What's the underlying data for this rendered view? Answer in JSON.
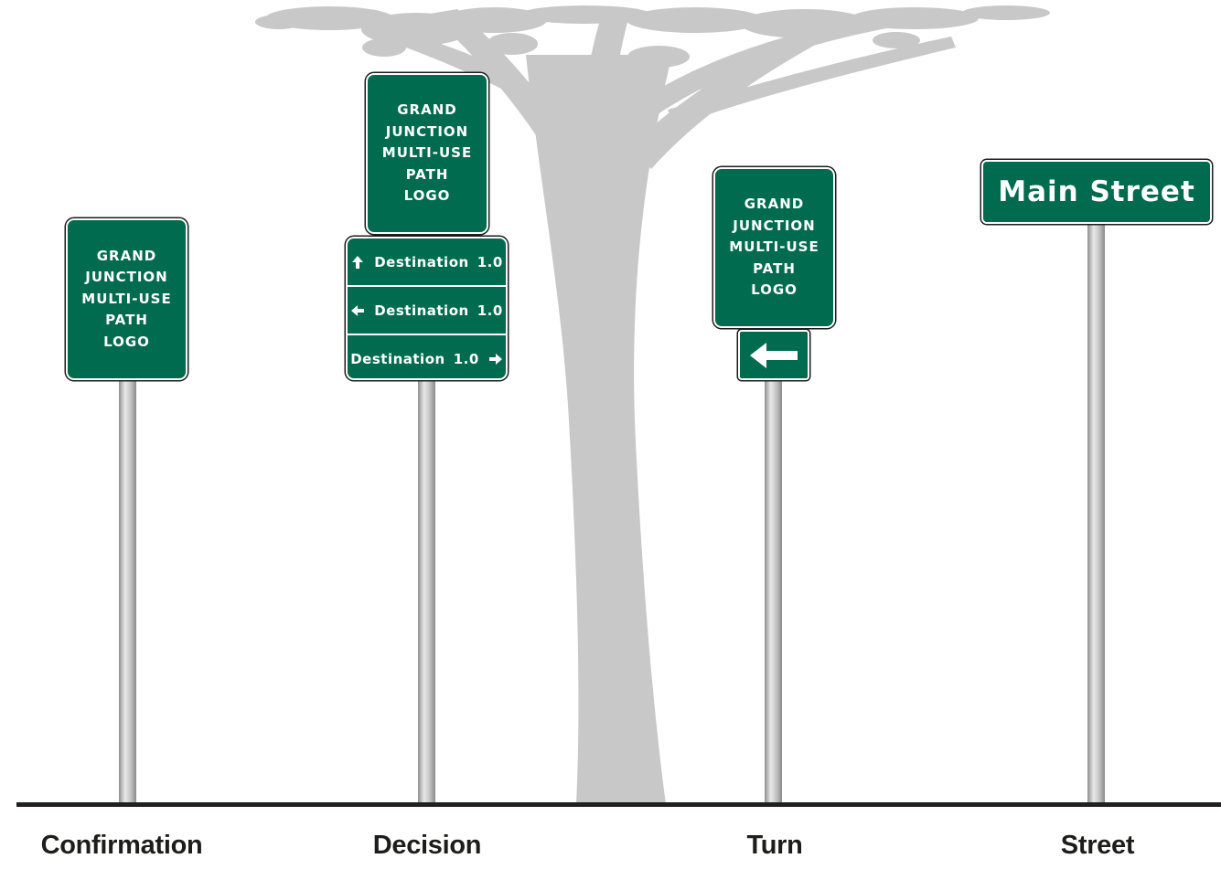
{
  "colors": {
    "sign_green": "#006b4f",
    "sign_text": "#ffffff",
    "tree_gray": "#c8c8c8",
    "pole_gray": "#b4b4b4",
    "ground": "#231f20",
    "caption_text": "#1d1d1b"
  },
  "logo_sign_lines": [
    "GRAND",
    "JUNCTION",
    "MULTI-USE",
    "PATH",
    "LOGO"
  ],
  "decision": {
    "rows": [
      {
        "direction": "up",
        "icon": "arrow-up-icon",
        "label": "Destination",
        "distance": "1.0"
      },
      {
        "direction": "left",
        "icon": "arrow-left-icon",
        "label": "Destination",
        "distance": "1.0"
      },
      {
        "direction": "right",
        "icon": "arrow-right-icon",
        "label": "Destination",
        "distance": "1.0"
      }
    ]
  },
  "turn": {
    "arrow": "arrow-left-icon"
  },
  "street": {
    "name": "Main Street"
  },
  "captions": {
    "confirmation": "Confirmation",
    "decision": "Decision",
    "turn": "Turn",
    "street": "Street"
  }
}
